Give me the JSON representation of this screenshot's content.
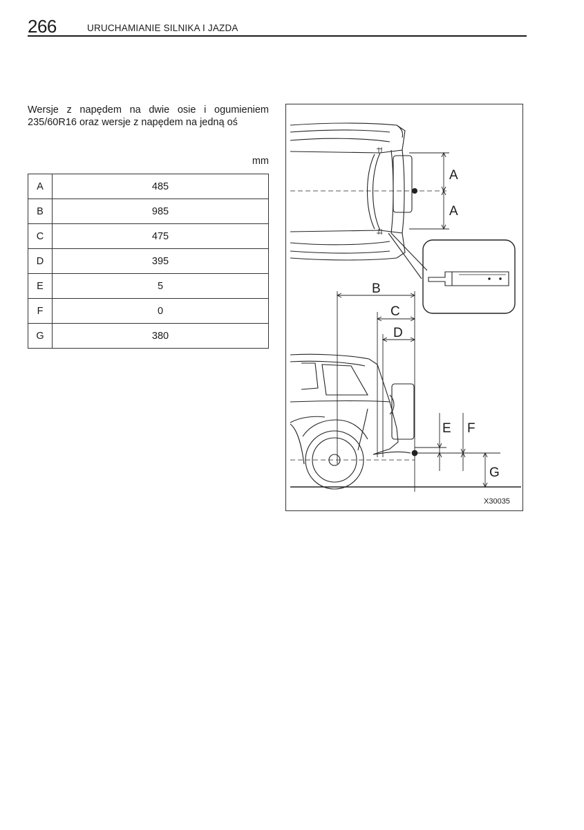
{
  "header": {
    "page_number": "266",
    "section_title": "URUCHAMIANIE SILNIKA I JAZDA"
  },
  "intro_text": "Wersje z napędem na dwie osie i ogumieniem 235/60R16 oraz wersje z napędem na jedną oś",
  "unit_label": "mm",
  "table": {
    "rows": [
      {
        "key": "A",
        "value": "485"
      },
      {
        "key": "B",
        "value": "985"
      },
      {
        "key": "C",
        "value": "475"
      },
      {
        "key": "D",
        "value": "395"
      },
      {
        "key": "E",
        "value": "5"
      },
      {
        "key": "F",
        "value": "0"
      },
      {
        "key": "G",
        "value": "380"
      }
    ]
  },
  "figure": {
    "labels": {
      "a_top": "A",
      "a_bottom": "A",
      "b": "B",
      "c": "C",
      "d": "D",
      "e": "E",
      "f": "F",
      "g": "G"
    },
    "code": "X30035"
  }
}
